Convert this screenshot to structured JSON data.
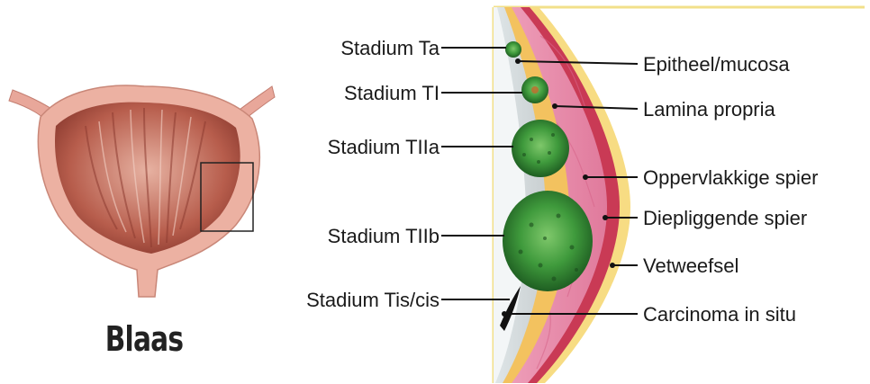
{
  "title": "Blaas",
  "stage_labels": [
    "Stadium Ta",
    "Stadium TI",
    "Stadium TIIa",
    "Stadium TIIb",
    "Stadium Tis/cis"
  ],
  "layer_labels": [
    "Epitheel/mucosa",
    "Lamina propria",
    "Oppervlakkige spier",
    "Diepliggende spier",
    "Vetweefsel",
    "Carcinoma in situ"
  ],
  "colors": {
    "fat": "#f5d77a",
    "lamina": "#f3c25f",
    "muscle": "#e98aa9",
    "deep_muscle": "#c93a55",
    "tumor": "#3f9a3c",
    "frame": "#f2e08a"
  }
}
